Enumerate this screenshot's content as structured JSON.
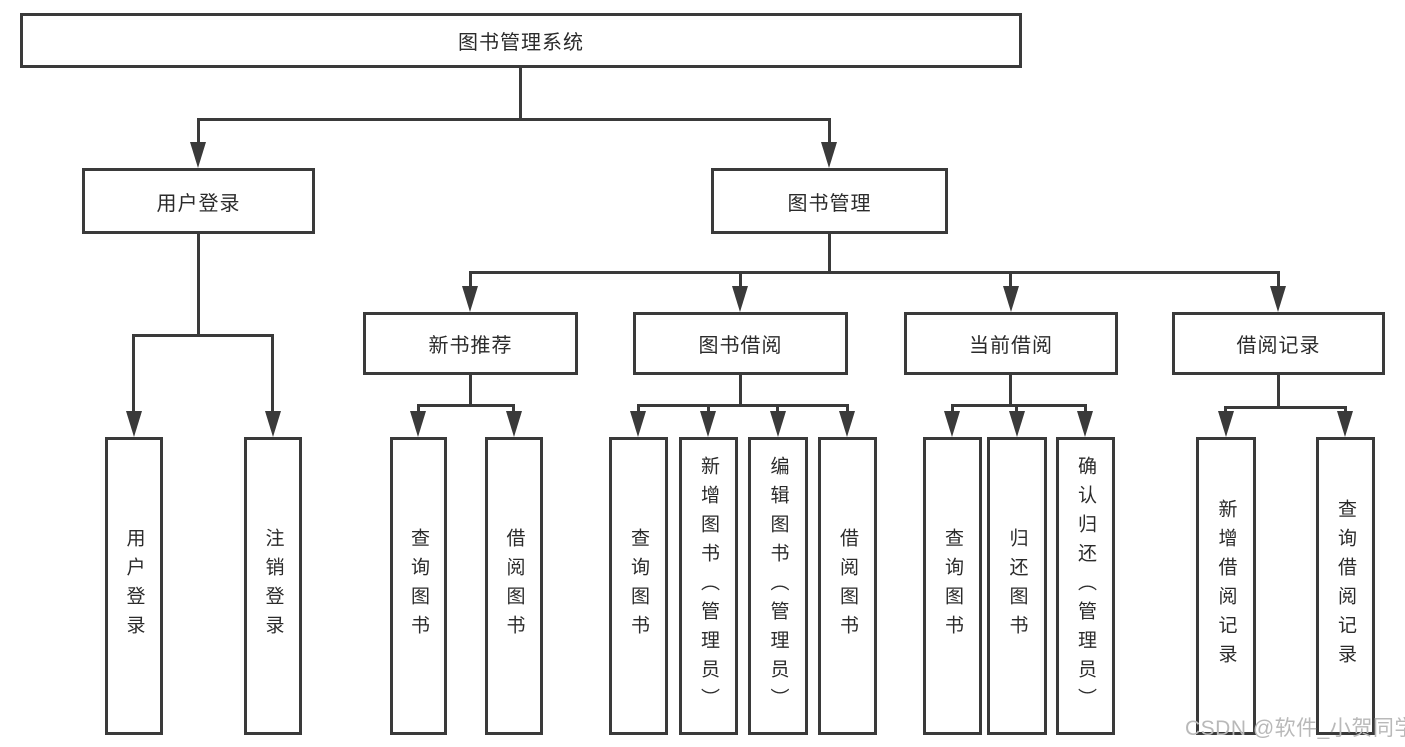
{
  "tree": {
    "root": "图书管理系统",
    "l2": [
      "用户登录",
      "图书管理"
    ],
    "l3": [
      "新书推荐",
      "图书借阅",
      "当前借阅",
      "借阅记录"
    ],
    "leaves_user": [
      "用户登录",
      "注销登录"
    ],
    "leaves_newbook": [
      "查询图书",
      "借阅图书"
    ],
    "leaves_borrow": [
      "查询图书",
      "新增图书（管理员）",
      "编辑图书（管理员）",
      "借阅图书"
    ],
    "leaves_current": [
      "查询图书",
      "归还图书",
      "确认归还（管理员）"
    ],
    "leaves_records": [
      "新增借阅记录",
      "查询借阅记录"
    ]
  },
  "watermark": "CSDN @软件_小贺同学",
  "colors": {
    "line": "#3a3a3a",
    "text": "#2b2b2b",
    "watermark": "#b9b9b9",
    "background": "#ffffff"
  }
}
